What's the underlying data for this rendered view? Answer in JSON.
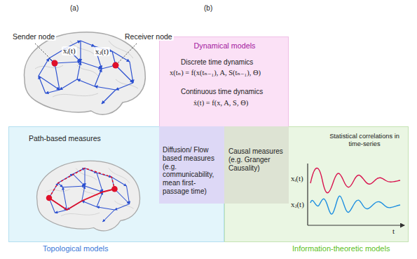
{
  "diagram": {
    "nodes": [
      {
        "text": [
          "Dynamical models",
          "Discrete time dynamics",
          "x(tₙ) = f(x(tₙ₋₁), A, S(tₙ₋₁), Θ)",
          "Continuous time dynamics",
          "ẋ(t) = f(x, A, S, Θ)"
        ]
      },
      {
        "text": [
          "Path-based measures",
          "Topological models"
        ]
      },
      {
        "text": [
          "Statistical correlations in time-series",
          "Information-theoretic models"
        ]
      },
      {
        "text": [
          "Diffusion/ Flow based measures (e.g. communicability, mean first-passage time)"
        ]
      },
      {
        "text": [
          "Causal measures (e.g. Granger Causality)"
        ]
      }
    ],
    "labels": [
      "(a)",
      "(b)",
      "Sender node",
      "xᵢ(t)",
      "Receiver node",
      "xⱼ(t)",
      "xᵢ(t)",
      "xⱼ(t)",
      "t"
    ]
  }
}
